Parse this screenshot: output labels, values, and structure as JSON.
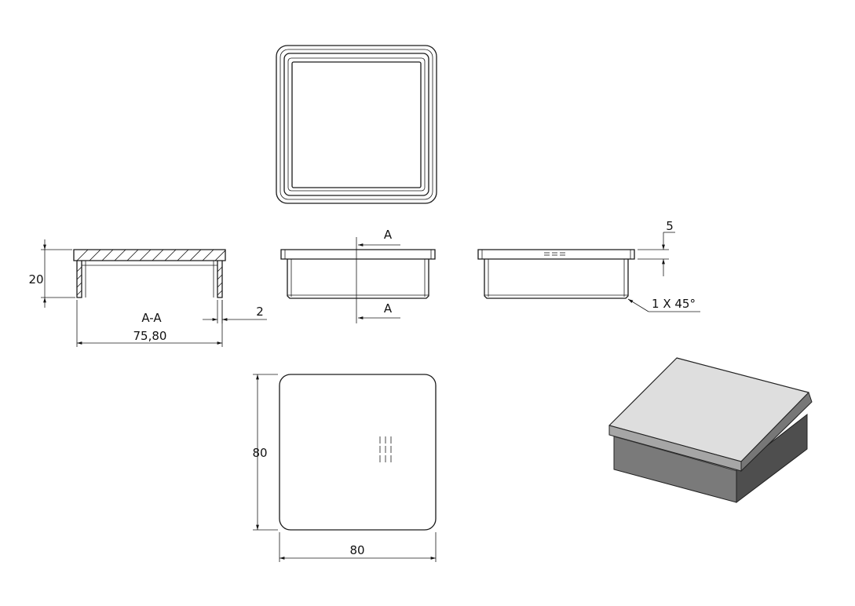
{
  "drawing": {
    "section_label": "A-A",
    "section_marker": "A",
    "chamfer_callout": "1 X 45°"
  },
  "dimensions": {
    "height": "20",
    "wall_thickness": "2",
    "insert_width": "75,80",
    "cap_thickness": "5",
    "width": "80",
    "depth": "80"
  },
  "colors": {
    "line": "#1a1a1a",
    "iso_top": "#dcdcdc",
    "iso_side_light": "#8a8a8a",
    "iso_side_dark": "#4a4a4a"
  }
}
